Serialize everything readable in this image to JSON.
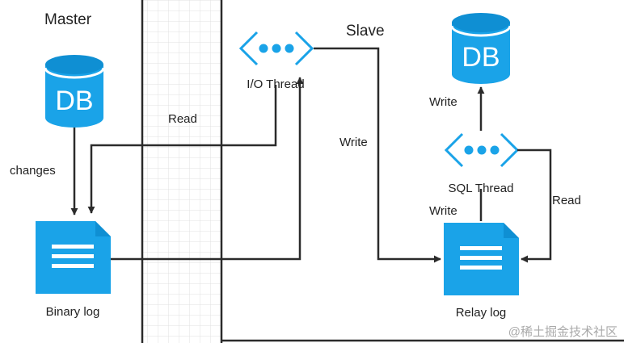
{
  "master": {
    "title": "Master",
    "db_label": "DB",
    "changes_label": "changes",
    "binary_log_label": "Binary log"
  },
  "network": {
    "read_label": "Read"
  },
  "slave": {
    "title": "Slave",
    "io_thread_label": "I/O Thread",
    "write_to_relay_label": "Write",
    "sql_thread_label": "SQL Thread",
    "write_to_db_label": "Write",
    "sql_write_label": "Write",
    "sql_read_label": "Read",
    "relay_log_label": "Relay log",
    "db_label": "DB"
  },
  "watermark": "@稀土掘金技术社区",
  "colors": {
    "icon_blue": "#1aa3e8",
    "icon_blue_dark": "#0f8fd3",
    "line": "#2b2b2b",
    "grid": "#e0e0e0"
  },
  "icons": [
    "database-icon",
    "document-icon",
    "thread-icon"
  ]
}
